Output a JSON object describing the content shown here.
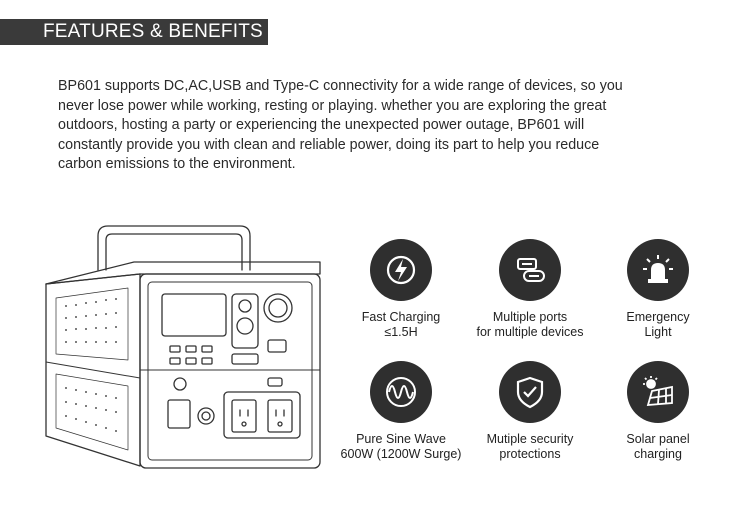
{
  "header": {
    "title": "FEATURES & BENEFITS"
  },
  "intro": {
    "lines": [
      "BP601 supports DC,AC,USB and Type-C connectivity for a wide range of devices, so you",
      "never lose power while working, resting or playing. whether you are exploring the great",
      "outdoors, hosting a party or experiencing the unexpected power outage, BP601 will",
      "constantly provide you with clean and reliable power, doing its part to help you reduce",
      "carbon emissions to the environment."
    ]
  },
  "features": [
    {
      "icon": "lightning-icon",
      "lines": [
        "Fast Charging",
        "≤1.5H"
      ]
    },
    {
      "icon": "ports-icon",
      "lines": [
        "Multiple ports",
        "for multiple devices"
      ]
    },
    {
      "icon": "emergency-light-icon",
      "lines": [
        "Emergency",
        "Light"
      ]
    },
    {
      "icon": "sine-wave-icon",
      "lines": [
        "Pure Sine Wave",
        "600W (1200W Surge)"
      ]
    },
    {
      "icon": "shield-check-icon",
      "lines": [
        "Mutiple security",
        "protections"
      ]
    },
    {
      "icon": "solar-panel-icon",
      "lines": [
        "Solar panel",
        "charging"
      ]
    }
  ]
}
